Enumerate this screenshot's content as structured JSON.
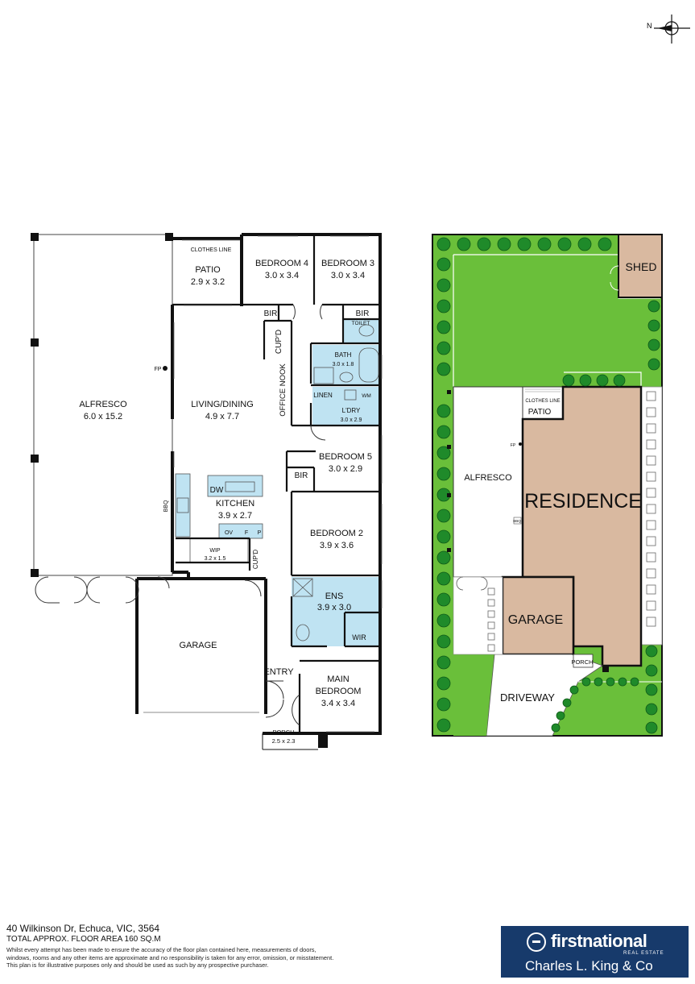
{
  "compass": {
    "label": "N"
  },
  "floor_plan": {
    "rooms": {
      "alfresco": {
        "name": "ALFRESCO",
        "size": "6.0 x 15.2"
      },
      "clothes_line": {
        "name": "CLOTHES LINE"
      },
      "patio": {
        "name": "PATIO",
        "size": "2.9 x 3.2"
      },
      "bedroom4": {
        "name": "BEDROOM 4",
        "size": "3.0 x 3.4"
      },
      "bedroom3": {
        "name": "BEDROOM 3",
        "size": "3.0 x 3.4"
      },
      "bir1": {
        "name": "BIR"
      },
      "bir2": {
        "name": "BIR"
      },
      "toilet": {
        "name": "TOILET"
      },
      "cupd1": {
        "name": "CUP'D"
      },
      "office_nook": {
        "name": "OFFICE NOOK"
      },
      "bath": {
        "name": "BATH",
        "size": "3.0 x 1.8"
      },
      "linen": {
        "name": "LINEN"
      },
      "wm": {
        "name": "WM"
      },
      "ldry": {
        "name": "L'DRY",
        "size": "3.0 x 2.9"
      },
      "fp": {
        "name": "FP"
      },
      "living": {
        "name": "LIVING/DINING",
        "size": "4.9 x 7.7"
      },
      "bedroom5": {
        "name": "BEDROOM 5",
        "size": "3.0 x 2.9"
      },
      "bir3": {
        "name": "BIR"
      },
      "dw": {
        "name": "DW"
      },
      "bbq": {
        "name": "BBQ"
      },
      "kitchen": {
        "name": "KITCHEN",
        "size": "3.9 x 2.7"
      },
      "ov": {
        "name": "OV"
      },
      "f": {
        "name": "F"
      },
      "p": {
        "name": "P"
      },
      "bedroom2": {
        "name": "BEDROOM 2",
        "size": "3.9 x 3.6"
      },
      "wip": {
        "name": "WIP",
        "size": "3.2 x 1.5"
      },
      "cupd2": {
        "name": "CUP'D"
      },
      "ens": {
        "name": "ENS",
        "size": "3.9 x 3.0"
      },
      "wir": {
        "name": "WIR"
      },
      "garage": {
        "name": "GARAGE"
      },
      "entry": {
        "name": "ENTRY"
      },
      "main_bedroom": {
        "name": "MAIN",
        "name2": "BEDROOM",
        "size": "3.4 x 3.4"
      },
      "porch": {
        "name": "PORCH",
        "size": "2.5 x 2.3"
      }
    }
  },
  "site_plan": {
    "shed": "SHED",
    "clothes_line": "CLOTHES LINE",
    "patio": "PATIO",
    "fp": "FP",
    "bbq": "BBQ",
    "alfresco": "ALFRESCO",
    "residence": "RESIDENCE",
    "garage": "GARAGE",
    "porch": "PORCH",
    "driveway": "DRIVEWAY"
  },
  "colors": {
    "wet_area": "#bfe3f2",
    "lawn": "#6abf3a",
    "tree": "#1f8a2a",
    "residence": "#d9b9a0",
    "brand": "#173a6b"
  },
  "footer": {
    "address": "40 Wilkinson Dr, Echuca, VIC, 3564",
    "floor_area": "TOTAL APPROX. FLOOR AREA 160 SQ.M",
    "disclaimer": [
      "Whilst every attempt has been made to ensure the accuracy of the floor plan contained here, measurements of doors,",
      "windows, rooms and any other items are approximate and no responsibility is taken for any error, omission, or misstatement.",
      "This plan is for illustrative purposes only and should be used as such by any prospective purchaser."
    ]
  },
  "brand": {
    "name": "firstnational",
    "sub": "REAL ESTATE",
    "office": "Charles L. King & Co"
  }
}
